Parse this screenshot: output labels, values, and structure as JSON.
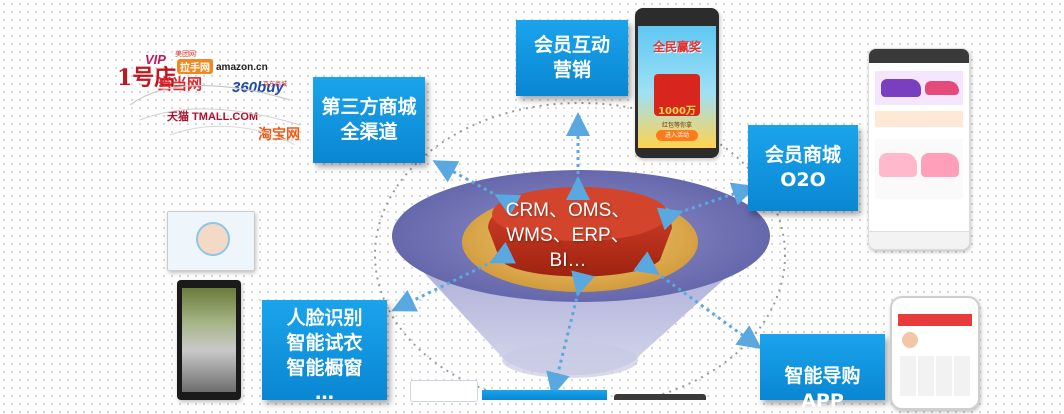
{
  "core": {
    "line1": "CRM、OMS、",
    "line2": "WMS、ERP、BI…"
  },
  "nodes": {
    "member_interaction": {
      "line1": "会员互动",
      "line2": "营销"
    },
    "third_party_mall": {
      "line1": "第三方商城",
      "line2": "全渠道"
    },
    "member_mall": {
      "line1": "会员商城",
      "line2": "O2O"
    },
    "face_recognition": {
      "line1": "人脸识别",
      "line2": "智能试衣",
      "line3": "智能橱窗",
      "line4": "…"
    },
    "smart_guide": {
      "line1": "智能导购",
      "line2": "APP"
    }
  },
  "logos": {
    "yihaodian": "1号店",
    "vip": "VIP",
    "meituan": "美团网",
    "lashou": "拉手网",
    "dangdang": "当当网",
    "amazon": "amazon.cn",
    "buy360": "360buy",
    "jd_caption": "京东商城",
    "tmall": "天猫 TMALL.COM",
    "taobao": "淘宝网"
  },
  "promo": {
    "headline": "全民赢奖",
    "amount": "1000万",
    "sub": "红包等你拿",
    "button": "进入活动"
  },
  "colors": {
    "accent_blue": "#0a86d2",
    "cone_top": "#6d6fb3",
    "core_red": "#c0301a",
    "core_gold": "#e8b54e"
  }
}
